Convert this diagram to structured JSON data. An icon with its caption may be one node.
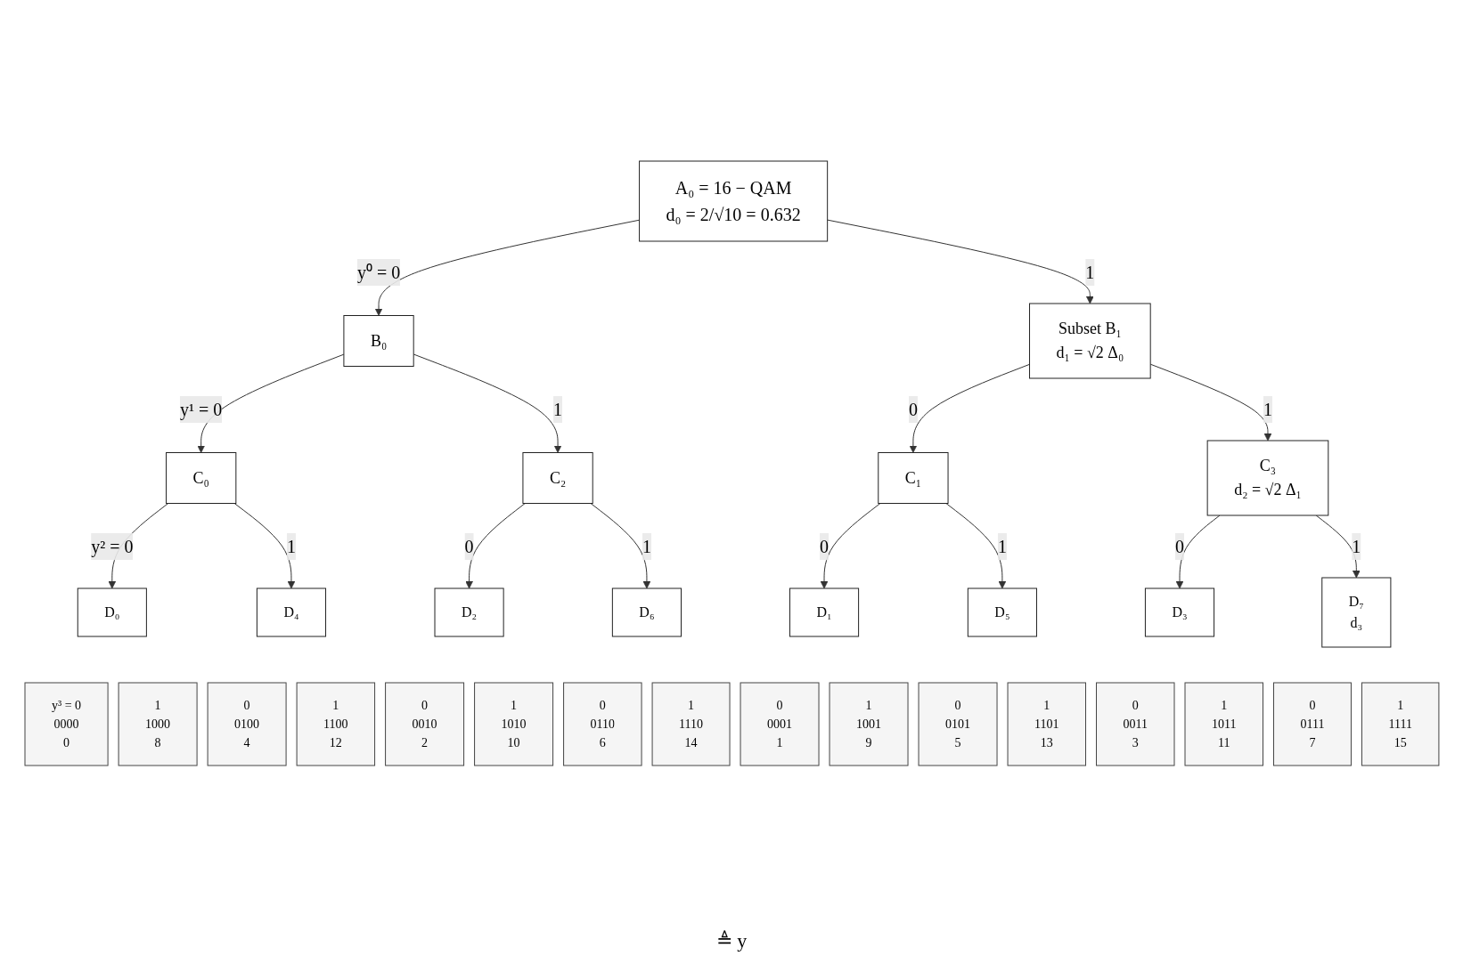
{
  "diagram": {
    "nodes": [
      {
        "text": [
          "A₀ = 16 − QAM",
          "d₀ = 2/√10 = 0.632"
        ]
      },
      {
        "text": [
          "B₀"
        ]
      },
      {
        "text": [
          "Subset B₁",
          "d₁ = √2 Δ₀"
        ]
      },
      {
        "text": [
          "C₀"
        ]
      },
      {
        "text": [
          "C₂"
        ]
      },
      {
        "text": [
          "C₁"
        ]
      },
      {
        "text": [
          "C₃",
          "d₂ = √2 Δ₁"
        ]
      },
      {
        "text": [
          "D₀"
        ]
      },
      {
        "text": [
          "D₄"
        ]
      },
      {
        "text": [
          "D₂"
        ]
      },
      {
        "text": [
          "D₆"
        ]
      },
      {
        "text": [
          "D₁"
        ]
      },
      {
        "text": [
          "D₅"
        ]
      },
      {
        "text": [
          "D₃"
        ]
      },
      {
        "text": [
          "D₇",
          "d₃"
        ]
      },
      {
        "text": [
          "y³ = 0",
          "0000",
          "0"
        ]
      },
      {
        "text": [
          "1",
          "1000",
          "8"
        ]
      },
      {
        "text": [
          "0",
          "0100",
          "4"
        ]
      },
      {
        "text": [
          "1",
          "1100",
          "12"
        ]
      },
      {
        "text": [
          "0",
          "0010",
          "2"
        ]
      },
      {
        "text": [
          "1",
          "1010",
          "10"
        ]
      },
      {
        "text": [
          "0",
          "0110",
          "6"
        ]
      },
      {
        "text": [
          "1",
          "1110",
          "14"
        ]
      },
      {
        "text": [
          "0",
          "0001",
          "1"
        ]
      },
      {
        "text": [
          "1",
          "1001",
          "9"
        ]
      },
      {
        "text": [
          "0",
          "0101",
          "5"
        ]
      },
      {
        "text": [
          "1",
          "1101",
          "13"
        ]
      },
      {
        "text": [
          "0",
          "0011",
          "3"
        ]
      },
      {
        "text": [
          "1",
          "1011",
          "11"
        ]
      },
      {
        "text": [
          "0",
          "0111",
          "7"
        ]
      },
      {
        "text": [
          "1",
          "1111",
          "15"
        ]
      }
    ],
    "edges": [
      {
        "from": 0,
        "to": 1,
        "arrow": "to",
        "label": "y⁰ = 0"
      },
      {
        "from": 0,
        "to": 2,
        "arrow": "to",
        "label": "1"
      },
      {
        "from": 1,
        "to": 3,
        "arrow": "to",
        "label": "y¹ = 0"
      },
      {
        "from": 1,
        "to": 4,
        "arrow": "to",
        "label": "1"
      },
      {
        "from": 2,
        "to": 5,
        "arrow": "to",
        "label": "0"
      },
      {
        "from": 2,
        "to": 6,
        "arrow": "to",
        "label": "1"
      },
      {
        "from": 3,
        "to": 7,
        "arrow": "to",
        "label": "y² = 0"
      },
      {
        "from": 3,
        "to": 8,
        "arrow": "to",
        "label": "1"
      },
      {
        "from": 4,
        "to": 9,
        "arrow": "to",
        "label": "0"
      },
      {
        "from": 4,
        "to": 10,
        "arrow": "to",
        "label": "1"
      },
      {
        "from": 5,
        "to": 11,
        "arrow": "to",
        "label": "0"
      },
      {
        "from": 5,
        "to": 12,
        "arrow": "to",
        "label": "1"
      },
      {
        "from": 6,
        "to": 13,
        "arrow": "to",
        "label": "0"
      },
      {
        "from": 6,
        "to": 14,
        "arrow": "to",
        "label": "1"
      }
    ],
    "labels": [
      "≜ y"
    ]
  }
}
